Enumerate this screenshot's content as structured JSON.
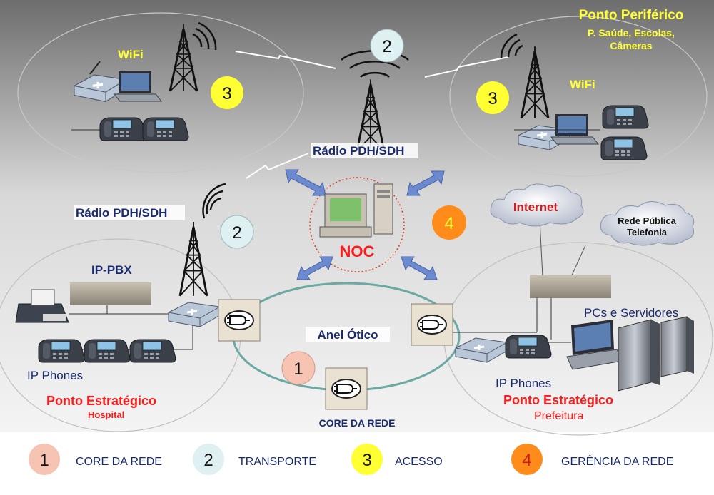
{
  "labels": {
    "wifi_left": "WiFi",
    "wifi_right": "WiFi",
    "ponto_periferico": "Ponto Periférico",
    "periferico_sub1": "P. Saúde, Escolas,",
    "periferico_sub2": "Câmeras",
    "radio_top": "Rádio PDH/SDH",
    "radio_left": "Rádio PDH/SDH",
    "ip_pbx": "IP-PBX",
    "noc": "NOC",
    "internet": "Internet",
    "rede_publica_1": "Rede Pública",
    "rede_publica_2": "Telefonia",
    "pcs_servidores": "PCs e Servidores",
    "anel_otico": "Anel Ótico",
    "ip_phones_left": "IP Phones",
    "ip_phones_right": "IP Phones",
    "ponto_estrategico_left": "Ponto Estratégico",
    "hospital": "Hospital",
    "ponto_estrategico_right": "Ponto Estratégico",
    "prefeitura": "Prefeitura",
    "core_da_rede": "CORE DA REDE"
  },
  "badges": {
    "b1": "1",
    "b2_top": "2",
    "b2_left": "2",
    "b3_left": "3",
    "b3_right": "3",
    "b4": "4"
  },
  "legend": [
    {
      "num": "1",
      "label": "CORE DA REDE",
      "color": "#f7c4b4"
    },
    {
      "num": "2",
      "label": "TRANSPORTE",
      "color": "#dff0f2"
    },
    {
      "num": "3",
      "label": "ACESSO",
      "color": "#ffff33"
    },
    {
      "num": "4",
      "label": "GERÊNCIA DA REDE",
      "color": "#ff8c1a"
    }
  ],
  "colors": {
    "dark_red": "#cc1e1e",
    "red": "#ff1a1a",
    "yellow": "#ffff33",
    "navy": "#1a2a6e",
    "arrow": "#6c8ad0",
    "ring": "#6aa9a4"
  }
}
